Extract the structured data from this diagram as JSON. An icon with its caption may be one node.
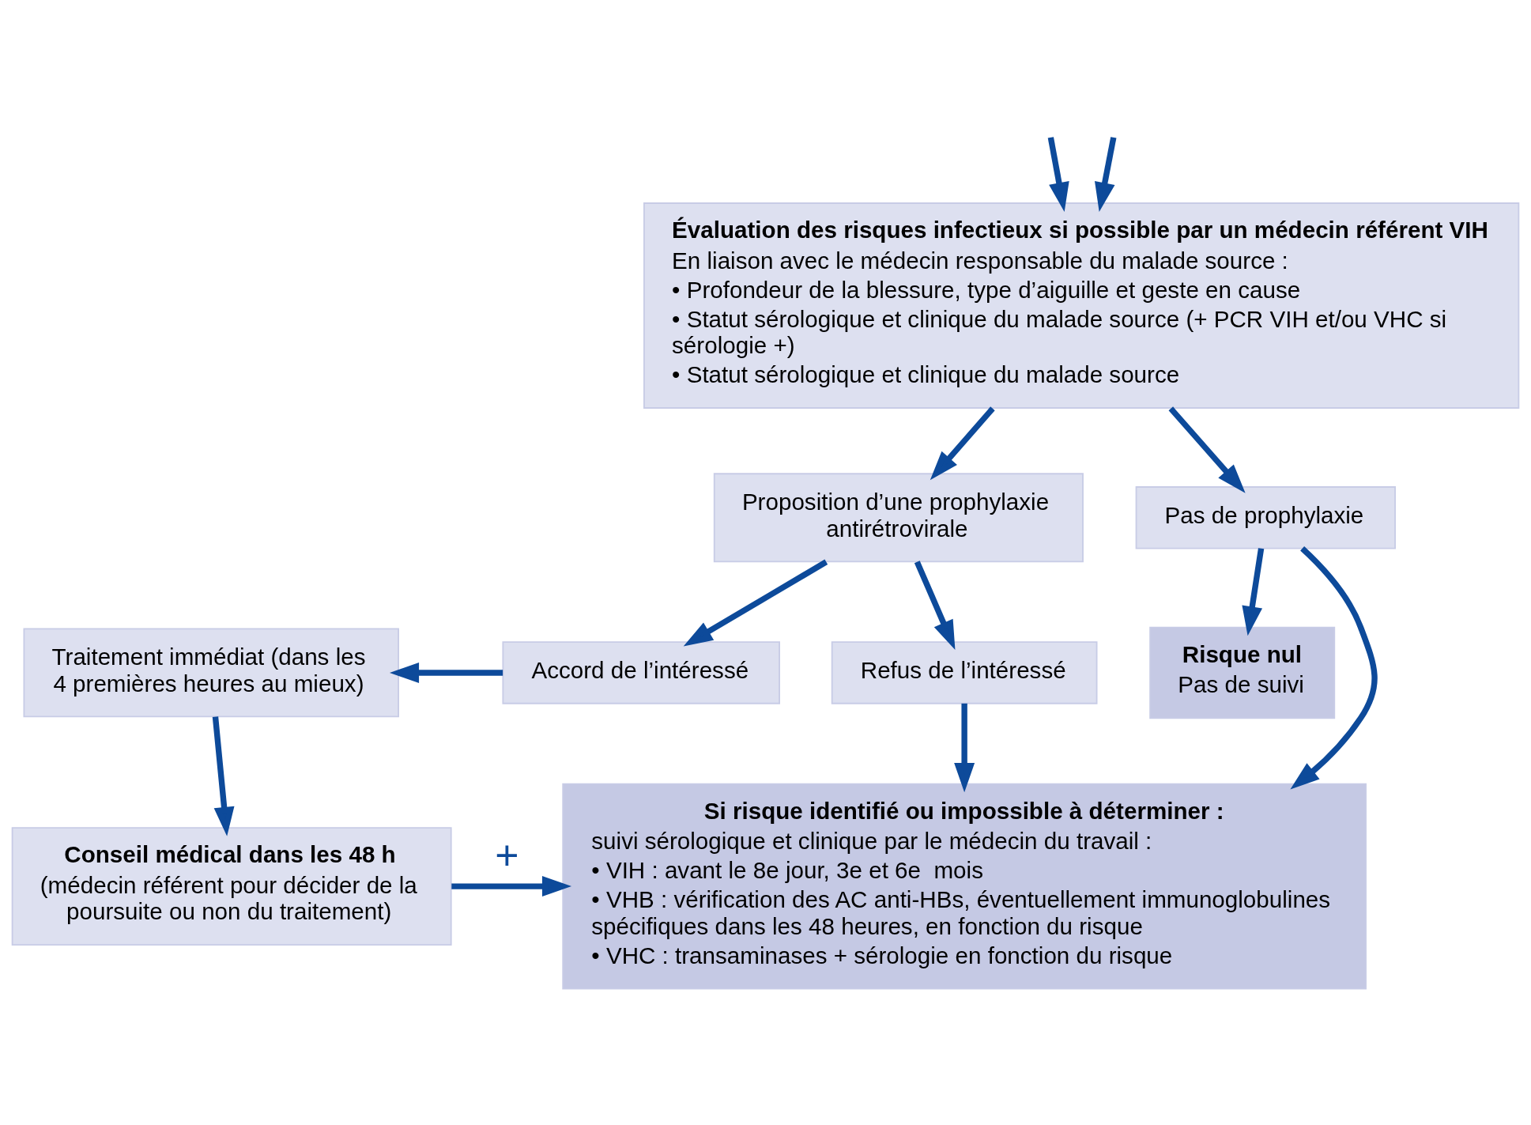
{
  "diagram": {
    "nodes": [
      {
        "text": [
          "Évaluation des risques infectieux si possible par un médecin référent VIH",
          "En liaison avec le médecin responsable du malade source :",
          "• Profondeur de la blessure, type d’aiguille et geste en cause",
          "• Statut sérologique et clinique du malade source (+ PCR VIH et/ou VHC si sérologie +)",
          "• Statut sérologique et clinique du malade source"
        ]
      },
      {
        "text": [
          "Proposition d’une prophylaxie antirétrovirale"
        ]
      },
      {
        "text": [
          "Pas de prophylaxie"
        ]
      },
      {
        "text": [
          "Traitement immédiat (dans les 4 premières heures au mieux)"
        ]
      },
      {
        "text": [
          "Accord de l’intéressé"
        ]
      },
      {
        "text": [
          "Refus de l’intéressé"
        ]
      },
      {
        "text": [
          "Risque nul",
          "Pas de suivi"
        ]
      },
      {
        "text": [
          "Conseil médical dans les 48 h",
          "(médecin référent pour décider de la poursuite ou non du traitement)"
        ]
      },
      {
        "text": [
          "Si risque identifié ou impossible à déterminer :",
          "suivi sérologique et clinique par le médecin du travail :",
          "• VIH : avant le 8e jour, 3e et 6e  mois",
          "• VHB : vérification des AC anti-HBs, éventuellement immunoglobulines spécifiques dans les 48 heures, en fonction du risque",
          "• VHC : transaminases + sérologie en fonction du risque"
        ]
      }
    ],
    "edges": [
      {
        "from": null,
        "to": 0,
        "arrow": "to"
      },
      {
        "from": null,
        "to": 0,
        "arrow": "to"
      },
      {
        "from": 0,
        "to": 1,
        "arrow": "to"
      },
      {
        "from": 0,
        "to": 2,
        "arrow": "to"
      },
      {
        "from": 1,
        "to": 4,
        "arrow": "to"
      },
      {
        "from": 1,
        "to": 5,
        "arrow": "to"
      },
      {
        "from": 4,
        "to": 3,
        "arrow": "to"
      },
      {
        "from": 2,
        "to": 6,
        "arrow": "to"
      },
      {
        "from": 3,
        "to": 7,
        "arrow": "to"
      },
      {
        "from": 5,
        "to": 8,
        "arrow": "to"
      },
      {
        "from": 2,
        "to": 8,
        "arrow": "to"
      },
      {
        "from": 7,
        "to": 8,
        "arrow": "to",
        "label": "+"
      }
    ]
  }
}
